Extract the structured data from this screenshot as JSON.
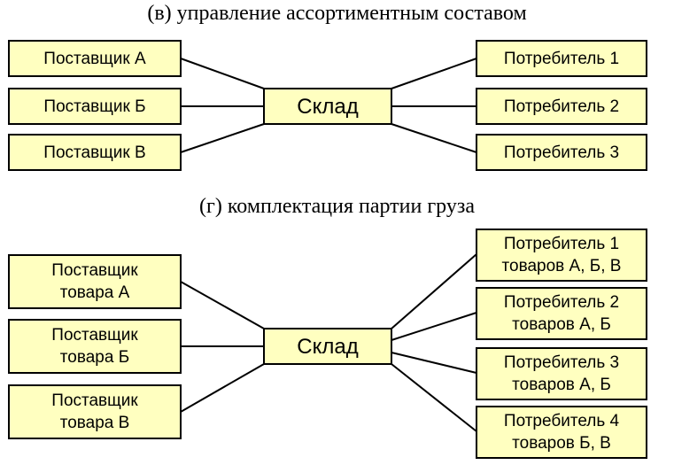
{
  "panel_v": {
    "caption": "(в)  управление ассортиментным составом",
    "suppliers": [
      "Поставщик А",
      "Поставщик Б",
      "Поставщик В"
    ],
    "hub": "Склад",
    "consumers": [
      "Потребитель 1",
      "Потребитель 2",
      "Потребитель 3"
    ]
  },
  "panel_g": {
    "caption": "(г)  комплектация партии груза",
    "suppliers": [
      "Поставщик\nтовара А",
      "Поставщик\nтовара Б",
      "Поставщик\nтовара В"
    ],
    "hub": "Склад",
    "consumers": [
      "Потребитель 1\nтоваров А, Б, В",
      "Потребитель 2\nтоваров А, Б",
      "Потребитель 3\nтоваров А, Б",
      "Потребитель 4\nтоваров Б, В"
    ]
  }
}
